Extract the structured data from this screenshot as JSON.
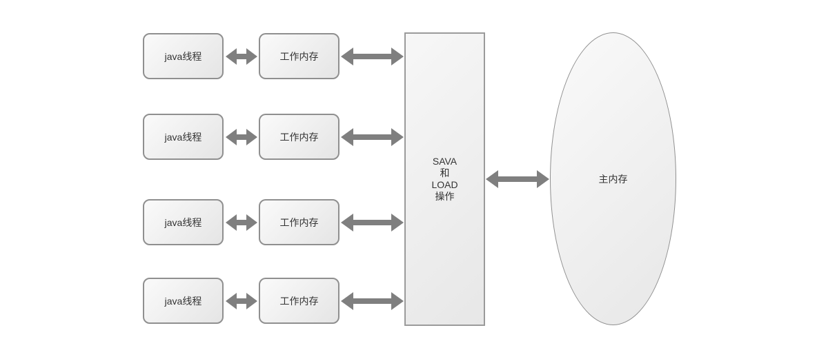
{
  "diagram": {
    "nodes": {
      "threads": [
        {
          "label": "java线程"
        },
        {
          "label": "java线程"
        },
        {
          "label": "java线程"
        },
        {
          "label": "java线程"
        }
      ],
      "work_memories": [
        {
          "label": "工作内存"
        },
        {
          "label": "工作内存"
        },
        {
          "label": "工作内存"
        },
        {
          "label": "工作内存"
        }
      ],
      "save_load_box": {
        "lines": [
          "SAVA",
          "和",
          "LOAD",
          "操作"
        ]
      },
      "main_memory": {
        "label": "主内存"
      }
    },
    "colors": {
      "background": "#ffffff",
      "arrow": "#7f7f7f",
      "node_border": "#8f8f8f",
      "node_fill_start": "#fafafa",
      "node_fill_end": "#e5e5e5",
      "text": "#333333"
    }
  }
}
